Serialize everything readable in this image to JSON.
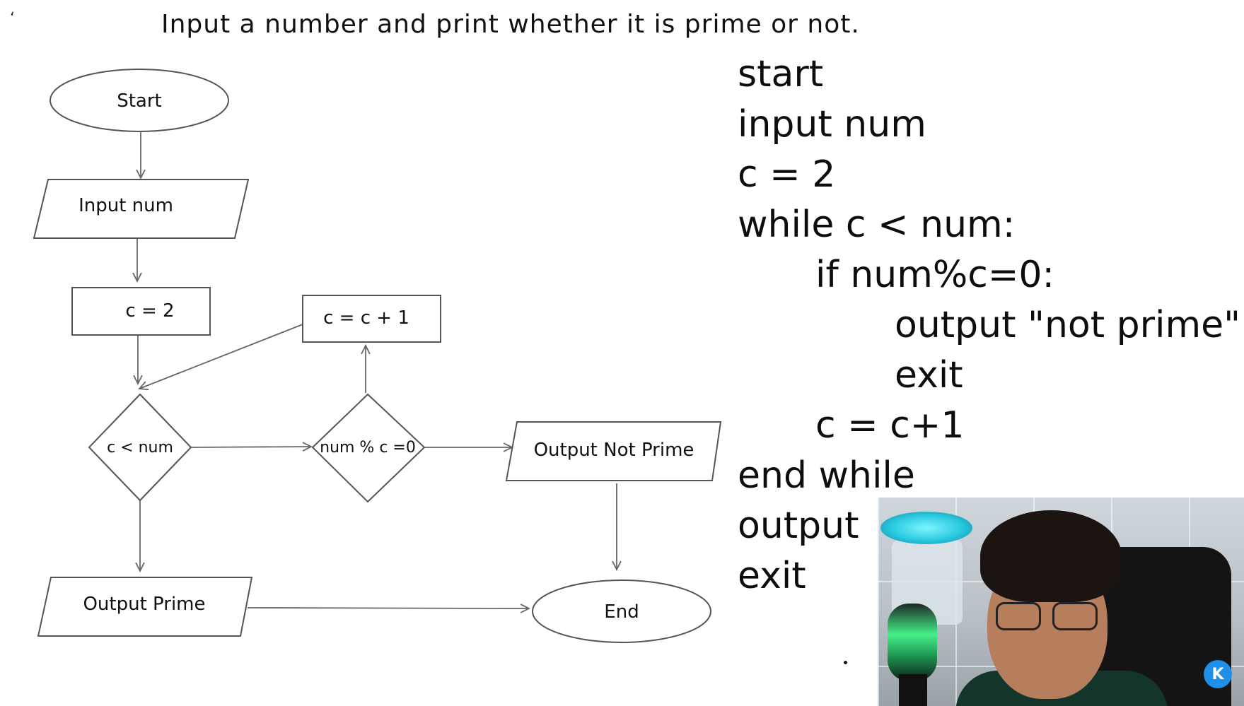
{
  "heading": "Input a number and print whether it is prime or not.",
  "corner_mark": "‘",
  "flowchart": {
    "start": "Start",
    "input": "Input num",
    "init": "c = 2",
    "condition": "c < num",
    "check": "num % c =0",
    "increment": "c = c + 1",
    "output_not_prime": "Output Not Prime",
    "output_prime": "Output Prime",
    "end": "End"
  },
  "pseudocode": {
    "lines": [
      "start",
      "input num",
      "c = 2",
      "while c < num:",
      "if num%c=0:",
      "output \"not prime\"",
      "exit",
      "c = c+1",
      "end while",
      "output",
      "exit"
    ]
  },
  "logo_text": "K"
}
